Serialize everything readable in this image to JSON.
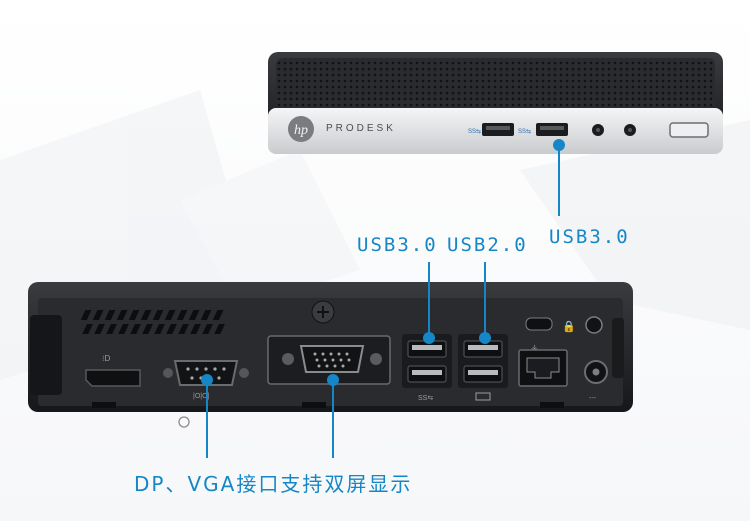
{
  "product": {
    "brand_text": "PRODESK"
  },
  "labels": {
    "front_port": "USB3.0",
    "rear_port_left": "USB3.0",
    "rear_port_right": "USB2.0"
  },
  "caption": "DP、VGA接口支持双屏显示",
  "colors": {
    "accent": "#1587c6",
    "chassis": "#222326",
    "silver": "#dcdde0"
  }
}
